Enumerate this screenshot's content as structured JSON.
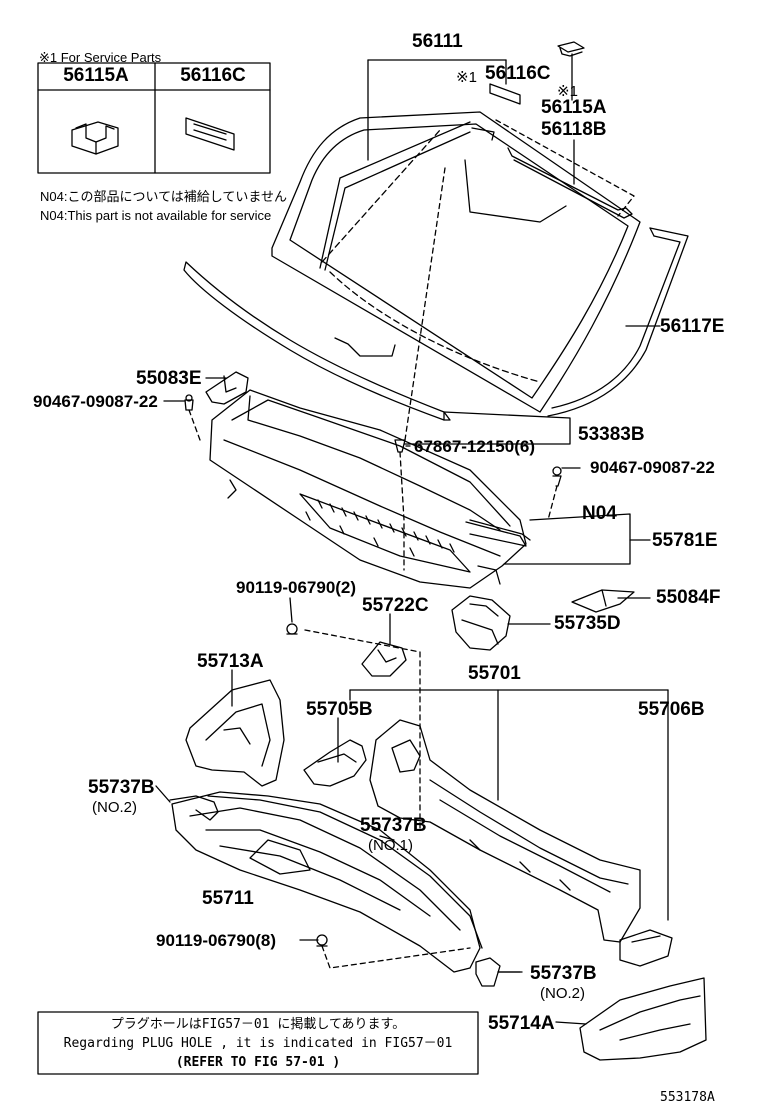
{
  "service_parts": {
    "header": "※1 For Service Parts",
    "col1": "56115A",
    "col2": "56116C"
  },
  "notes": {
    "n04_jp": "N04:この部品については補給していません",
    "n04_en": "N04:This part is not available for service"
  },
  "parts": {
    "p56111": "56111",
    "p56116c": "56116C",
    "p56116c_mark": "※1",
    "p56115a": "56115A",
    "p56115a_mark": "※1",
    "p56118b": "56118B",
    "p56117e": "56117E",
    "p55083e": "55083E",
    "p90467_a": "90467-09087-22",
    "p53383b": "53383B",
    "p67867": "67867-12150(6)",
    "p90467_b": "90467-09087-22",
    "pN04": "N04",
    "p55781e": "55781E",
    "p90119_a": "90119-06790(2)",
    "p55722c": "55722C",
    "p55084f": "55084F",
    "p55735d": "55735D",
    "p55713a": "55713A",
    "p55701": "55701",
    "p55705b": "55705B",
    "p55706b": "55706B",
    "p55737b_a": "55737B",
    "p55737b_a_sub": "(NO.2)",
    "p55737b_b": "55737B",
    "p55737b_b_sub": "(NO.1)",
    "p55711": "55711",
    "p90119_b": "90119-06790(8)",
    "p55737b_c": "55737B",
    "p55737b_c_sub": "(NO.2)",
    "p55714a": "55714A"
  },
  "footer": {
    "line1": "プラグホールはFIG57－01 に掲載してあります。",
    "line2": "Regarding PLUG HOLE , it is indicated in FIG57－01",
    "line3": "(REFER TO FIG  57-01 )",
    "code": "553178A"
  }
}
